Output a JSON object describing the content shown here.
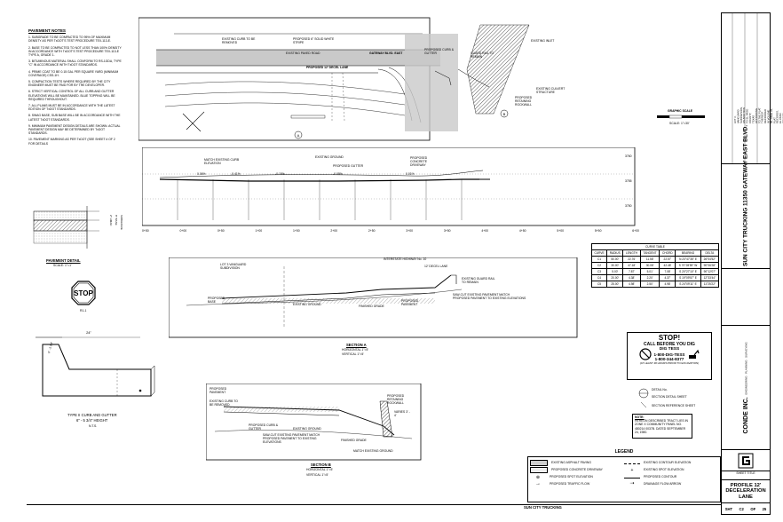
{
  "pavement_notes": {
    "title": "PAVEMENT NOTES",
    "items": [
      "1. SUBGRADE TO BE COMPACTED TO 95% OF MAXIMUM DENSITY AS PER TxDOT'S TEST PROCEDURE TEX-113-E.",
      "2. BASE TO BE COMPACTED TO NOT LESS THAN 100% DENSITY IN ACCORDANCE WITH TxDOT'S TEST PROCEDURE TEX-113-E TYPE A, GRADE 1.",
      "3. BITUMINOUS MATERIAL SHALL CONFORM TO RS-1GDA, TYPE \"C\" IN ACCORDANCE WITH TxDOT STANDARDS.",
      "4. PRIME COAT TO BE 0.15 GAL PER SQUARE YARD (MINIMUM COVERAGE) CSS-1H.",
      "5. COMPACTION TESTS WHERE REQUIRED BY THE CITY ENGINEER MUST BE PAID FOR BY THE DEVELOPER.",
      "6. STRICT VERTICAL CONTROL OF ALL CURB AND GUTTER ELEVATIONS WILL BE MAINTAINED. BLUE TOPPING WILL BE REQUIRED THROUGHOUT.",
      "7. ALL PLANS MUST BE IN ACCORDANCE WITH THE LATEST EDITION OF TxDOT STANDARDS.",
      "8. SWAG BASE, SUB BASE WILL BE IN ACCORDANCE WITH THE LATEST TxDOT STANDARDS.",
      "9. MINIMUM PAVEMENT DESIGN DETAILS ARE SHOWN. ACTUAL PAVEMENT DESIGN MAY BE DETERMINED BY TxDOT STANDARDS.",
      "10. PAVEMENT MARKING AS PER TxDOT (SEE SHEET # OF 2 FOR DETAILS"
    ]
  },
  "pavement_detail": {
    "title": "PAVEMENT DETAIL",
    "scale": "SCALE: 1\"=1'"
  },
  "stop_sign": {
    "text": "STOP",
    "code": "R1-1"
  },
  "curb_detail": {
    "width_label": "24\"",
    "title": "TYPE II CURB AND GUTTER",
    "subtitle": "6\" - 5 3/4\" HEIGHT",
    "note": "N.T.S."
  },
  "plan_labels": {
    "existing_curb": "EXISTING CURB TO BE REMOVED",
    "proposed_solid_white": "PROPOSED 6\" SOLID WHITE STRIPE",
    "gateway": "GATEWAY BLVD. EAST",
    "existing_paved": "EXISTING PAVED ROAD",
    "proposed_decel": "PROPOSED 12' DECEL LANE",
    "proposed_curb": "PROPOSED CURB & GUTTER",
    "guard_rail": "GUARD RAIL TO REMAIN",
    "existing_inlet": "EXISTING INLET",
    "existing_culvert": "EXISTING CULVERT STRUCTURE",
    "proposed_retaining": "PROPOSED RETAINING ROCKWALL",
    "graphic_scale": "GRAPHIC SCALE",
    "scale_text": "SCALE: 1\"=30'"
  },
  "profile": {
    "labels": [
      "MATCH EXISTING CURB ELEVATION",
      "EXISTING GROUND",
      "PROPOSED GUTTER",
      "PROPOSED CONCRETE DRIVEWAY"
    ],
    "slopes": [
      "0.06%",
      "-0.41%",
      "-0.15%",
      "-0.08%",
      "0.01%"
    ],
    "stations": [
      "0+50",
      "0+00",
      "0+50",
      "1+00",
      "1+50",
      "2+00",
      "2+50",
      "3+00",
      "3+50",
      "4+00",
      "4+50",
      "5+00",
      "5+50",
      "6+00"
    ],
    "elevations": [
      "3760",
      "3755",
      "3750"
    ]
  },
  "section_a": {
    "title": "SECTION A",
    "h_scale": "HORIZONTAL 1\"=5'",
    "v_scale": "VERTICAL 1\"=5'",
    "labels": [
      "LOT 3 VANGUARD SUBDIVISION",
      "INTERSTATE HIGHWAY No. 10",
      "PROPOSED BASE",
      "EXISTING GROUND",
      "FINISHED GRADE",
      "PROPOSED PAVEMENT",
      "SAW-CUT EXISTING PAVEMENT MATCH PROPOSED PAVEMENT TO EXISTING ELEVATIONS",
      "12' DECEL LANE",
      "EXISTING GUARD RAIL TO REMAIN"
    ]
  },
  "section_b": {
    "title": "SECTION B",
    "h_scale": "HORIZONTAL 1\"=5'",
    "v_scale": "VERTICAL 1\"=5'",
    "labels": [
      "PROPOSED PAVEMENT",
      "EXISTING CURB TO BE REMOVED",
      "PROPOSED CURB & GUTTER",
      "SAW-CUT EXISTING PAVEMENT MATCH PROPOSED PAVEMENT TO EXISTING ELEVATIONS",
      "EXISTING GROUND",
      "FINISHED GRADE",
      "MATCH EXISTING GROUND",
      "PROPOSED RETAINING ROCKWALL",
      "VARIES 3' - 4'"
    ]
  },
  "curve_table": {
    "title": "CURVE TABLE",
    "headers": [
      "CURVE",
      "RADIUS",
      "LENGTH",
      "TANGENT",
      "CHORD",
      "BEARING",
      "DELTA"
    ],
    "rows": [
      [
        "C1",
        "50.00'",
        "22.76'",
        "11.58'",
        "22.57'",
        "N 23°47'35\" E",
        "26°04'52\""
      ],
      [
        "C2",
        "30.00'",
        "47.18'",
        "30.08'",
        "42.48'",
        "S 70°28'59\" W",
        "90°06'28\""
      ],
      [
        "C3",
        "5.00'",
        "7.87'",
        "5.01'",
        "7.08'",
        "S 20°27'10\" E",
        "90°12'07\""
      ],
      [
        "C4",
        "20.00'",
        "4.38'",
        "2.20'",
        "4.37'",
        "S 19°09'57\" E",
        "12°33'44\""
      ],
      [
        "C5",
        "25.00'",
        "4.98'",
        "2.50'",
        "4.98'",
        "S 24°09'11\" E",
        "11°25'22\""
      ]
    ]
  },
  "stop_box": {
    "stop": "STOP!",
    "call": "CALL BEFORE YOU DIG",
    "dig": "DIG TESS",
    "phone1": "1-800-DIG-TESS",
    "phone2": "1-800-344-8377",
    "note": "(AT LEAST 48 HOURS PRIOR TO EXCAVATION)"
  },
  "markers": {
    "detail_no": "DETAIL No.",
    "detail_sheet": "SECTION DETAIL SHEET",
    "reference_sheet": "SECTION REFERENCE SHEET"
  },
  "note_box": {
    "title": "NOTE:",
    "text": "HEREON DESCRIBED TRACT LIES IN ZONE X COMMUNITY PANEL NO. 480214 0037B. DATED SEPTEMBER 24, 1980."
  },
  "legend": {
    "title": "LEGEND",
    "left": [
      "EXISTING ASPHALT PAVING",
      "PROPOSED CONCRETE DRIVEWAY",
      "PROPOSED SPOT ELEVATION",
      "PROPOSED TRAFFIC FLOW"
    ],
    "right": [
      "EXISTING CONTOUR ELEVATION",
      "EXISTING SPOT ELEVATION",
      "PROPOSED CONTOUR",
      "DRAINAGE FLOW ARROW"
    ]
  },
  "title_block": {
    "project": "SUN CITY TRUCKING",
    "address": "11350 GATEWAY EAST BLVD.",
    "legal": "LOT 3, VANGUARD SUBDIVISION, AN ADDITION TO EL PASO COUNTY, TEXAS ACCORDING TO THE PLAT THEREOF RECORDED IN VOLUME 58, PAGE 33, PLAT RECORDS, EL PASO COUNTY",
    "firm": "CONDE INC.",
    "firm_sub": "ENGINEERING · PLANNING · SURVEYING",
    "sheet_title_label": "SHEET TITLE",
    "sheet_title": "PROFILE 12' DECELERATION LANE",
    "sht": "SHT",
    "sheet_no": "C2",
    "of": "OF",
    "total": "25",
    "footer_project": "SUN CITY TRUCKING"
  },
  "colors": {
    "ink": "#000000",
    "hatch": "#555555",
    "paving": "#cfcfcf"
  }
}
